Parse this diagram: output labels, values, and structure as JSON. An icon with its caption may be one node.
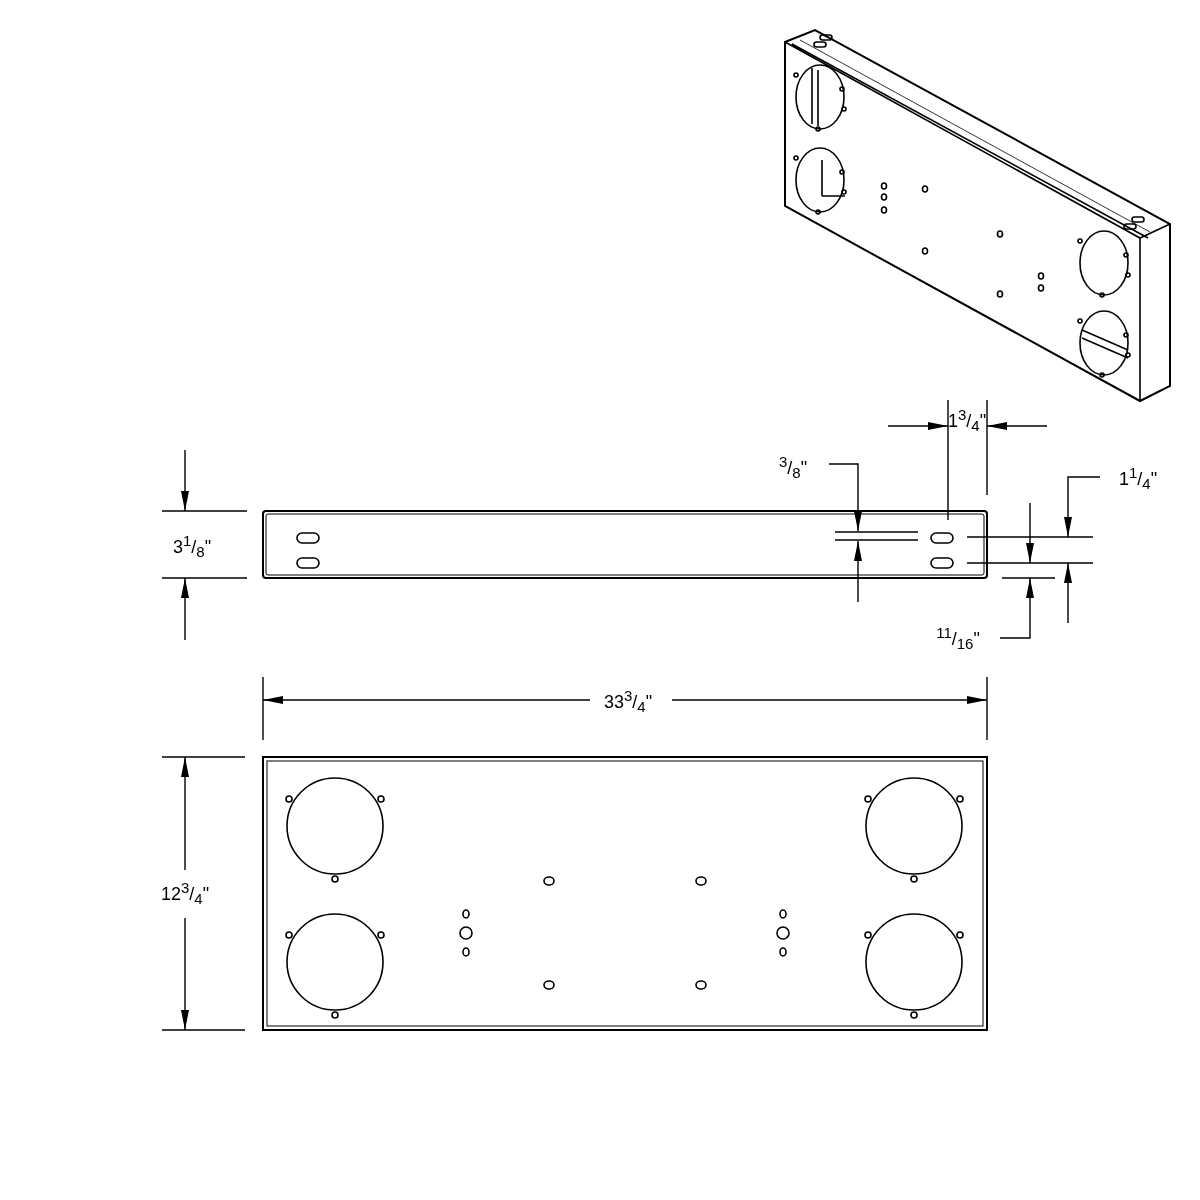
{
  "diagram": {
    "labels": [
      "1$^{3}$/$_{4}$\"",
      "$^{3}$/$_{8}$\"",
      "1$^{1}$/$_{4}$\"",
      "3$^{1}$/$_{8}$\"",
      "$^{11}$/$_{16}$\"",
      "33$^{3}$/$_{4}$\"",
      "12$^{3}$/$_{4}$\""
    ]
  }
}
